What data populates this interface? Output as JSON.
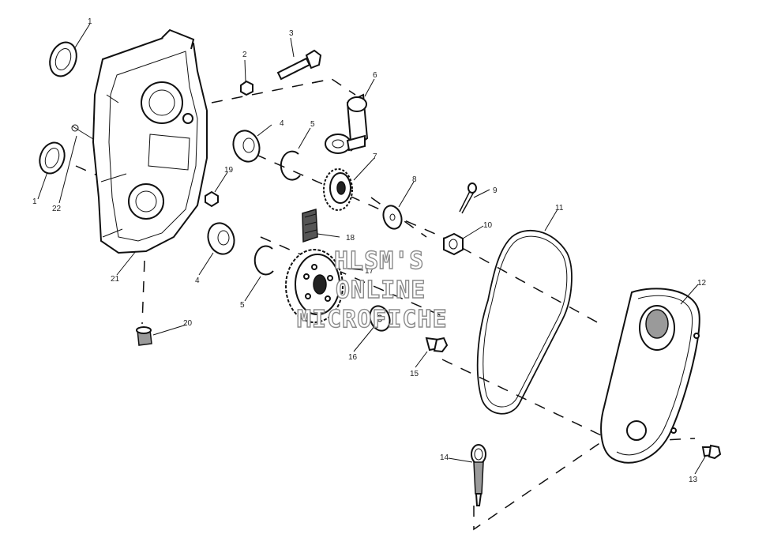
{
  "diagram": {
    "callouts": [
      "1",
      "1",
      "2",
      "3",
      "4",
      "4",
      "5",
      "5",
      "6",
      "7",
      "8",
      "9",
      "10",
      "11",
      "12",
      "13",
      "14",
      "15",
      "16",
      "17",
      "18",
      "19",
      "20",
      "21",
      "22"
    ]
  },
  "watermark": {
    "line1": "HLSM'S",
    "line2": "ONLINE",
    "line3": "MICROFICHE"
  }
}
